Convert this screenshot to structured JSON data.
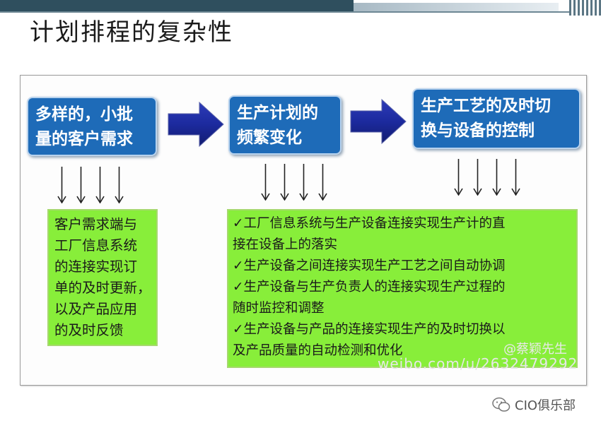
{
  "title": "计划排程的复杂性",
  "top_boxes": [
    {
      "lines": [
        "多样的，小批",
        "量的客户需求"
      ]
    },
    {
      "lines": [
        "生产计划的",
        "频繁变化"
      ]
    },
    {
      "lines": [
        "生产工艺的及时切",
        "换与设备的控制"
      ]
    }
  ],
  "left_detail": {
    "lines": [
      "客户需求端与",
      "工厂信息系统",
      "的连接实现订",
      "单的及时更新，",
      "以及产品应用",
      "的及时反馈"
    ]
  },
  "right_detail": {
    "lines": [
      "✓工厂信息系统与生产设备连接实现生产计的直",
      "接在设备上的落实",
      "✓生产设备之间连接实现生产工艺之间自动协调",
      "✓生产设备与生产负责人的连接实现生产过程的",
      "随时监控和调整",
      "✓生产设备与产品的连接实现生产的及时切换以",
      "及产品质量的自动检测和优化"
    ]
  },
  "watermark": {
    "handle": "@蔡颖先生",
    "url": "weibo.com/u/2632479292"
  },
  "brand": {
    "name": "CIO俱乐部",
    "icon": "wechat-icon"
  },
  "colors": {
    "box_blue": "#1e6bb8",
    "detail_green": "#88ee3a",
    "arrow_navy": "#1c2a9e"
  }
}
